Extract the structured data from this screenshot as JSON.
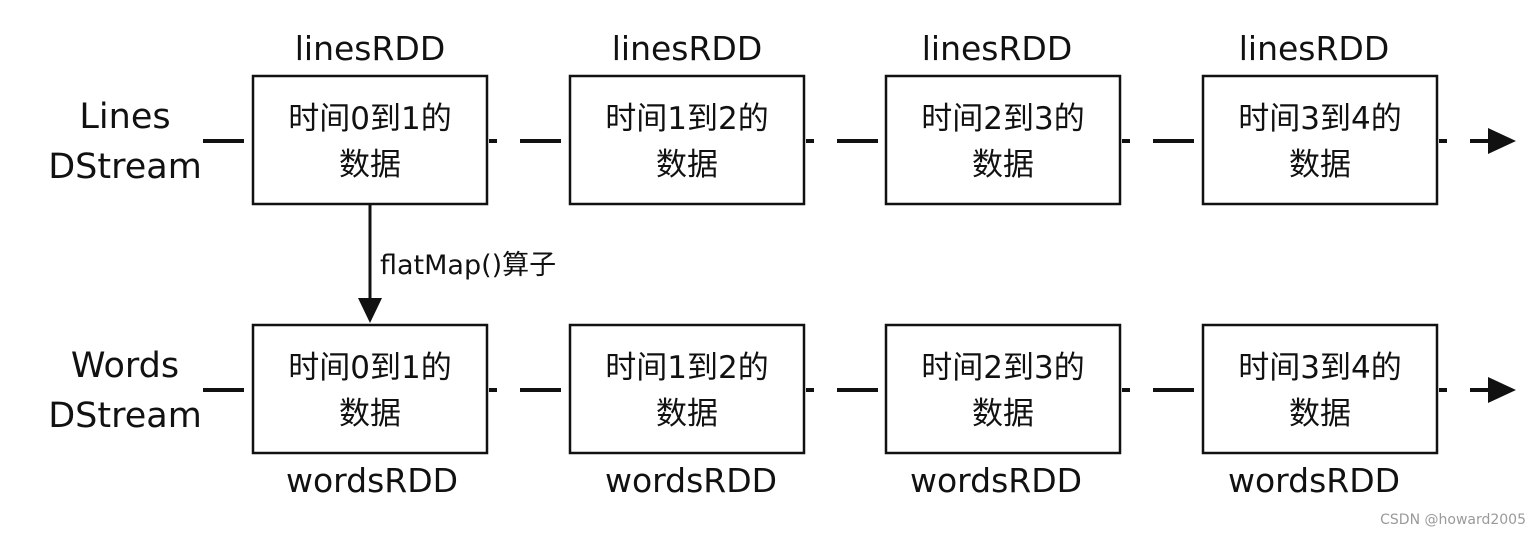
{
  "rows": [
    {
      "label_line1": "Lines",
      "label_line2": "DStream",
      "rdd_name": "linesRDD",
      "boxes": [
        {
          "line1": "时间0到1的",
          "line2": "数据"
        },
        {
          "line1": "时间1到2的",
          "line2": "数据"
        },
        {
          "line1": "时间2到3的",
          "line2": "数据"
        },
        {
          "line1": "时间3到4的",
          "line2": "数据"
        }
      ]
    },
    {
      "label_line1": "Words",
      "label_line2": "DStream",
      "rdd_name": "wordsRDD",
      "boxes": [
        {
          "line1": "时间0到1的",
          "line2": "数据"
        },
        {
          "line1": "时间1到2的",
          "line2": "数据"
        },
        {
          "line1": "时间2到3的",
          "line2": "数据"
        },
        {
          "line1": "时间3到4的",
          "line2": "数据"
        }
      ]
    }
  ],
  "operator_label": "flatMap()算子",
  "watermark": "CSDN @howard2005",
  "colors": {
    "stroke": "#111111",
    "background": "#ffffff",
    "watermark": "#9a9a9a"
  }
}
